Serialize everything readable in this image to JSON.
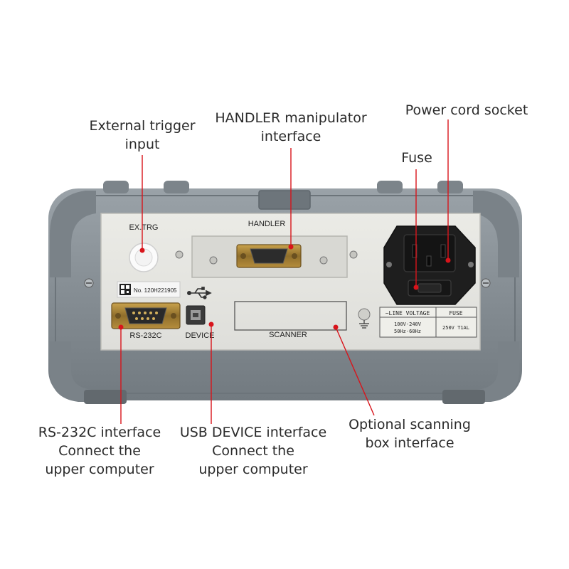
{
  "callouts": {
    "external_trigger": [
      "External trigger",
      "input"
    ],
    "handler": [
      "HANDLER manipulator",
      "interface"
    ],
    "power": [
      "Power cord socket"
    ],
    "fuse": [
      "Fuse"
    ],
    "rs232": [
      "RS-232C interface",
      "Connect the",
      "upper computer"
    ],
    "usb": [
      "USB DEVICE interface",
      "Connect the",
      "upper computer"
    ],
    "scanner": [
      "Optional scanning",
      "box interface"
    ]
  },
  "panel": {
    "ext_trg": "EX.TRG",
    "handler": "HANDLER",
    "serial_no": "No. 120H221905",
    "rs232c": "RS-232C",
    "device": "DEVICE",
    "scanner": "SCANNER",
    "rating": {
      "line_voltage_header": "~LINE VOLTAGE",
      "fuse_header": "FUSE",
      "voltage": "100V-240V",
      "frequency": "50Hz-60Hz",
      "fuse_value": "250V T1AL"
    }
  },
  "colors": {
    "housing": "#8a9298",
    "housing_dark": "#6f777d",
    "faceplate": "#e6e6e1",
    "leader_line": "#d8141b"
  }
}
